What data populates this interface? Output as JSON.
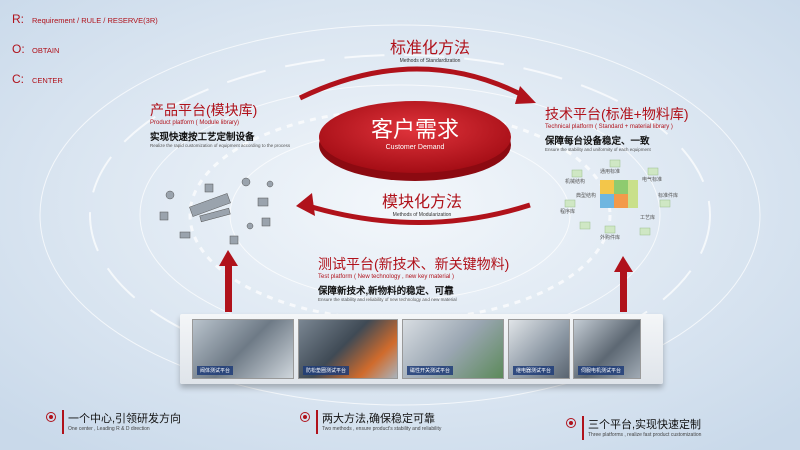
{
  "legend": [
    {
      "key": "R:",
      "text": "Requirement / RULE / RESERVE(3R)"
    },
    {
      "key": "O:",
      "text": "OBTAIN"
    },
    {
      "key": "C:",
      "text": "CENTER"
    }
  ],
  "center": {
    "title_cn": "客户需求",
    "title_en": "Customer Demand"
  },
  "top_flow": {
    "cn": "标准化方法",
    "en": "Methods of Standardization"
  },
  "mid_flow": {
    "cn": "模块化方法",
    "en": "Methods of Modularization"
  },
  "product_platform": {
    "title_cn": "产品平台(模块库)",
    "title_en": "Product platform ( Module library)",
    "desc_cn": "实现快速按工艺定制设备",
    "desc_en": "Realize the rapid customization of equipment according to the process"
  },
  "tech_platform": {
    "title_cn": "技术平台(标准+物料库)",
    "title_en": "Technical platform ( Standard + material library )",
    "desc_cn": "保障每台设备稳定、一致",
    "desc_en": "Ensure the stability and uniformity of each equipment",
    "cube_labels": [
      "机械结构",
      "电气标准",
      "标准件库",
      "程序库",
      "外购件库",
      "工艺库",
      "通用标准",
      "典型结构"
    ]
  },
  "test_platform": {
    "title_cn": "测试平台(新技术、新关键物料)",
    "title_en": "Test platform ( New technology , new key material )",
    "desc_cn": "保障新技术,新物料的稳定、可靠",
    "desc_en": "Ensure the stability and reliability of new technology and new material"
  },
  "photos": [
    {
      "caption": "阀体测试平台"
    },
    {
      "caption": "防松垫圈测试平台"
    },
    {
      "caption": "磁性开关测试平台"
    },
    {
      "caption": "继电器测试平台"
    },
    {
      "caption": "伺服电机测试平台"
    }
  ],
  "bottom": [
    {
      "cn": "一个中心,引领研发方向",
      "en": "One center , Leading R & D direction"
    },
    {
      "cn": "两大方法,确保稳定可靠",
      "en": "Two methods , ensure product's stability and reliability"
    },
    {
      "cn": "三个平台,实现快速定制",
      "en": "Three platforms , realize fast product customization"
    }
  ],
  "colors": {
    "accent": "#b0121b",
    "background": "#d9e6f2"
  }
}
